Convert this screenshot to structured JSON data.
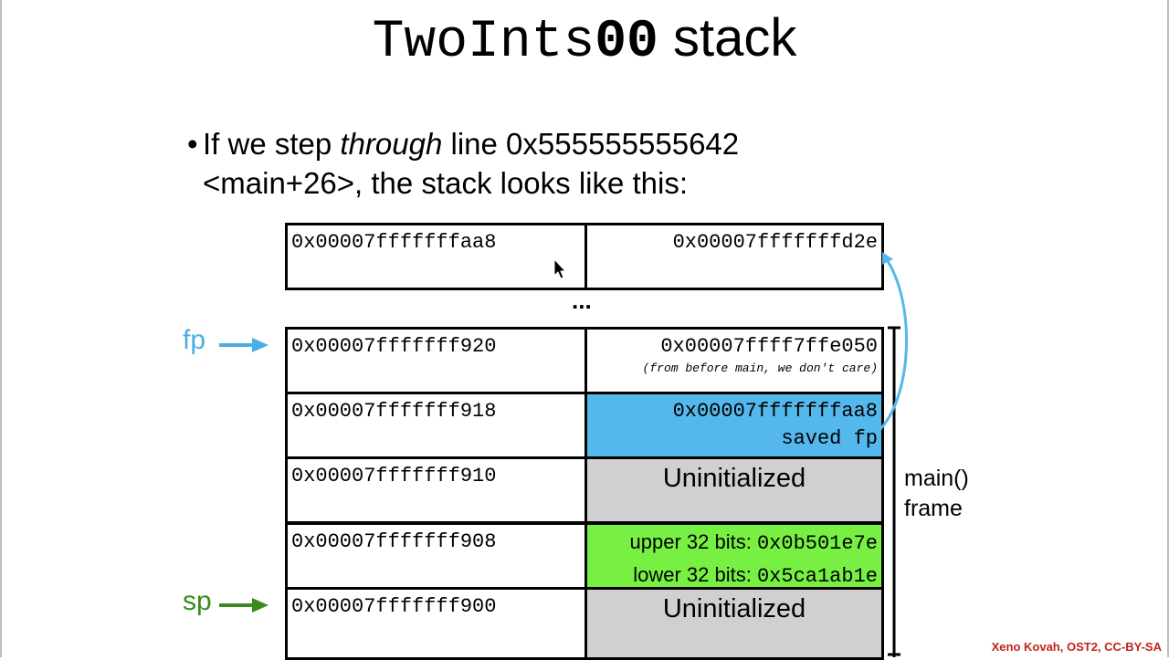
{
  "title": {
    "mono_part": "TwoInts",
    "mono_bold": "00",
    "sans_part": " stack"
  },
  "bullet": {
    "dot": "•",
    "before": "If we step ",
    "emphasis": "through",
    "after": " line 0x555555555642",
    "line2": "<main+26>, the stack looks like this:"
  },
  "top_row": {
    "address": "0x00007fffffffaa8",
    "value": "0x00007fffffffd2e"
  },
  "ellipsis": "...",
  "rows": [
    {
      "address": "0x00007fffffff920",
      "value": "0x00007ffff7ffe050",
      "note": "(from before main, we don't care)"
    },
    {
      "address": "0x00007fffffff918",
      "value": "0x00007fffffffaa8",
      "note": "saved fp"
    },
    {
      "address": "0x00007fffffff910",
      "value": "Uninitialized"
    },
    {
      "address": "0x00007fffffff908",
      "upper_label": "upper 32 bits: ",
      "upper_value": "0x0b501e7e",
      "lower_label": "lower 32 bits: ",
      "lower_value": "0x5ca1ab1e"
    },
    {
      "address": "0x00007fffffff900",
      "value": "Uninitialized"
    }
  ],
  "pointers": {
    "fp": "fp",
    "sp": "sp"
  },
  "frame_label": {
    "line1": "main()",
    "line2": "frame"
  },
  "credit": "Xeno Kovah, OST2, CC-BY-SA",
  "colors": {
    "fp_arrow": "#4aaee4",
    "sp_arrow": "#3c8a1d",
    "saved_fp_fill": "#55b8ec",
    "uninitialized_fill": "#d0d0d0",
    "bits_fill": "#77f043",
    "credit": "#c0241b"
  },
  "icons": {
    "cursor": "mouse-pointer-icon"
  }
}
